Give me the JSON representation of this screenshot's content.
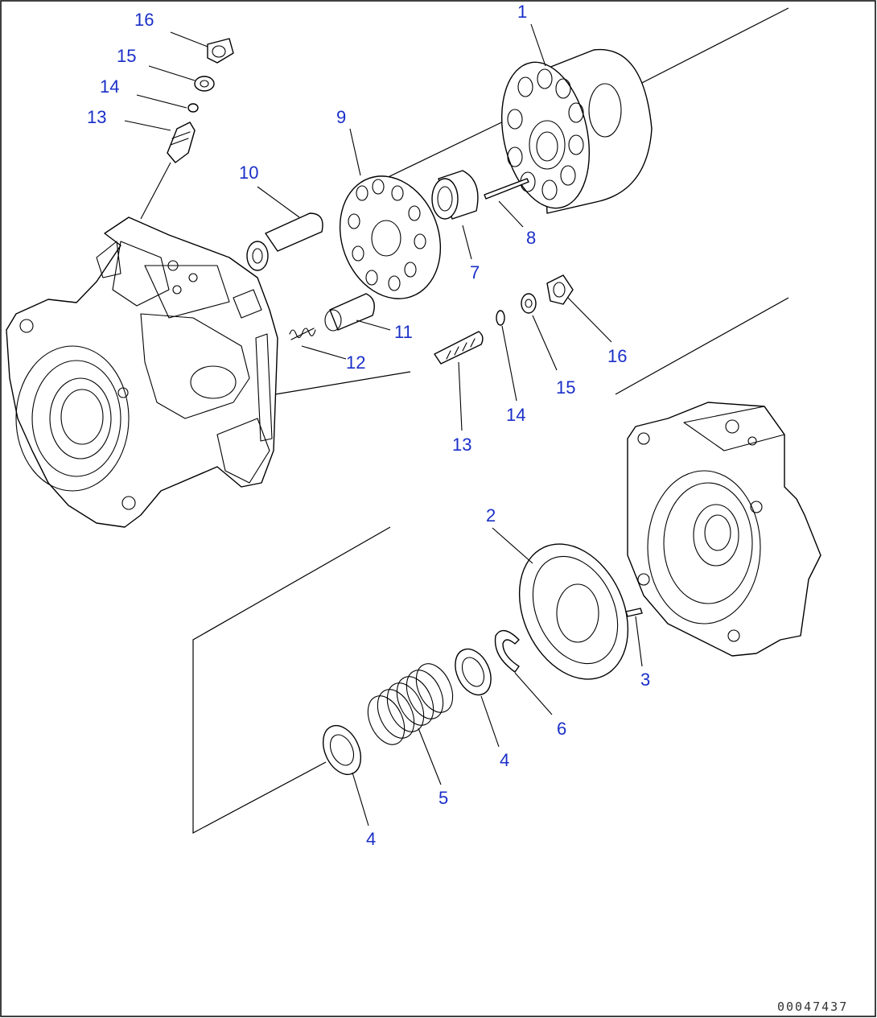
{
  "drawing_code": "00047437",
  "callout_color": "#1a2fc8",
  "callouts": {
    "c1": "1",
    "c2": "2",
    "c3": "3",
    "c4a": "4",
    "c4b": "4",
    "c5": "5",
    "c6": "6",
    "c7": "7",
    "c8": "8",
    "c9": "9",
    "c10": "10",
    "c11": "11",
    "c12": "12",
    "c13a": "13",
    "c13b": "13",
    "c14a": "14",
    "c14b": "14",
    "c15a": "15",
    "c15b": "15",
    "c16a": "16",
    "c16b": "16"
  }
}
